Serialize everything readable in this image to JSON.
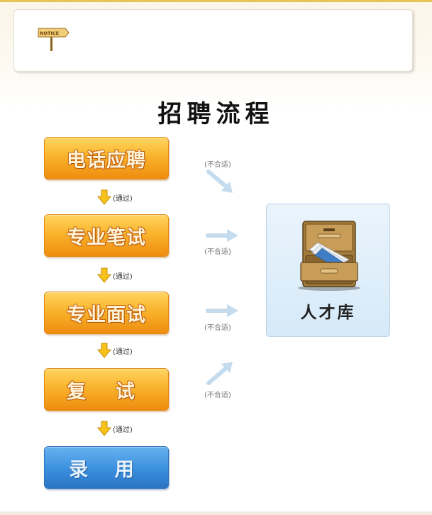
{
  "notice": {
    "badge_text": "NOTICE"
  },
  "title": "招聘流程",
  "steps": [
    {
      "label": "电话应聘"
    },
    {
      "label": "专业笔试"
    },
    {
      "label": "专业面试"
    },
    {
      "label": "复 试"
    },
    {
      "label": "录 用"
    }
  ],
  "pass_label": "(通过)",
  "reject_label": "(不合适)",
  "talent_pool": {
    "label": "人才库"
  },
  "colors": {
    "step_orange": "#f6a623",
    "step_blue": "#3a8fdd",
    "pass_arrow": "#f5b800",
    "reject_arrow": "#c4dced",
    "talent_box": "#dcecf9"
  },
  "icons": {
    "notice": "notice-signpost-icon",
    "pass": "down-arrow-icon",
    "reject": "light-blue-arrow-icon",
    "talent": "file-cabinet-icon"
  }
}
